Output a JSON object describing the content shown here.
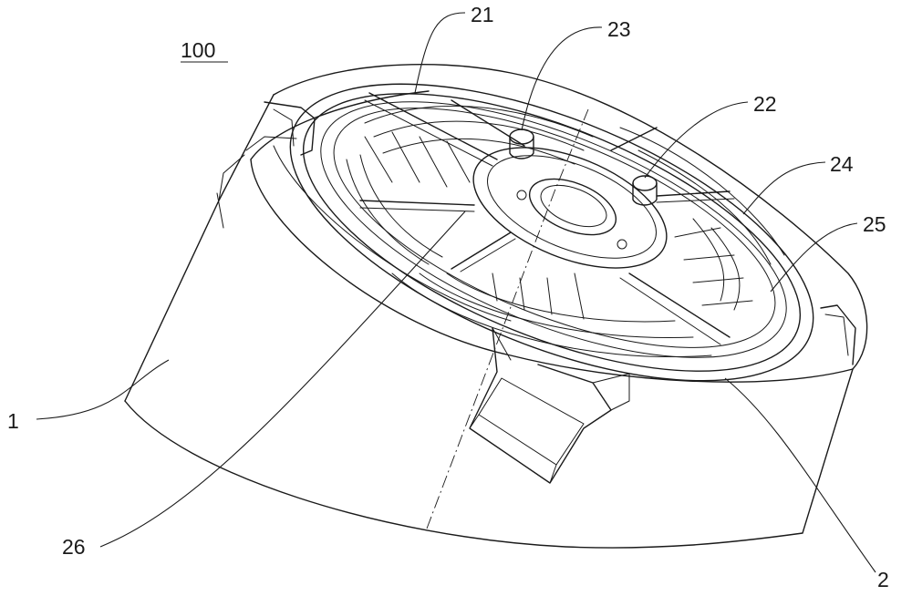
{
  "figure": {
    "assembly_label": "100",
    "labels": [
      "21",
      "23",
      "22",
      "24",
      "25",
      "1",
      "26",
      "2"
    ]
  }
}
